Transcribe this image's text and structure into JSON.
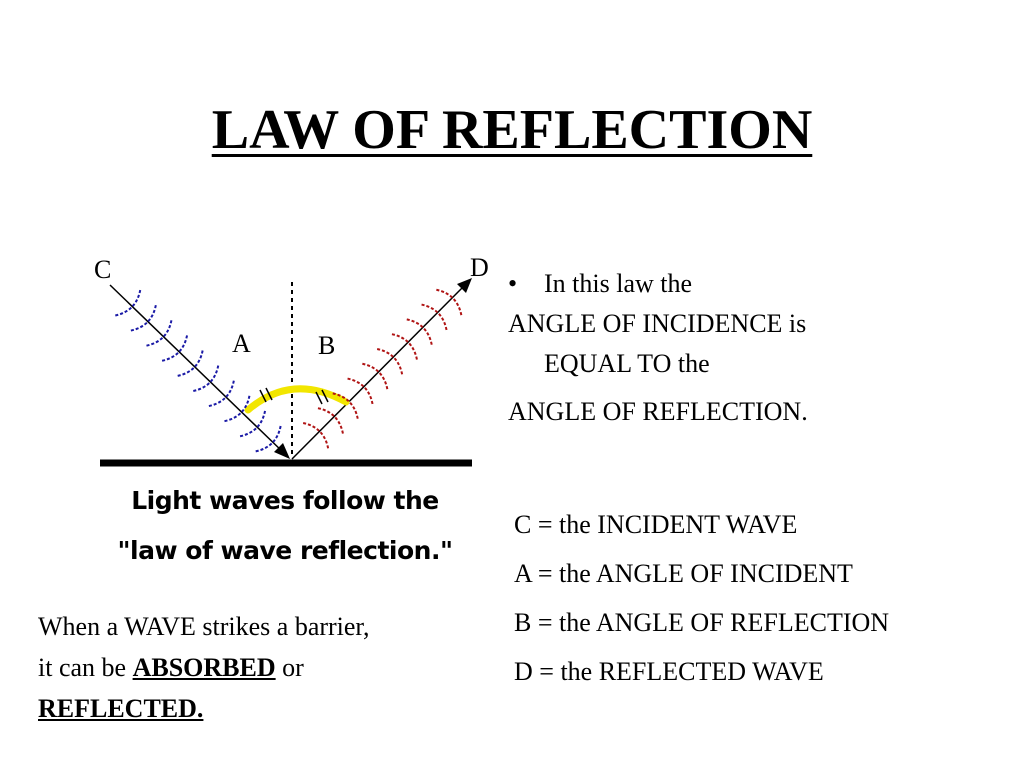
{
  "title": "LAW OF REFLECTION",
  "diagram": {
    "label_c": "C",
    "label_d": "D",
    "label_a": "A",
    "label_b": "B",
    "caption_line1": "Light waves follow the",
    "caption_line2": "\"law of wave reflection.\"",
    "colors": {
      "incident_wave": "#1a1aa6",
      "reflected_wave": "#b01414",
      "angle_arc": "#f2e600",
      "ray": "#000000"
    }
  },
  "bottom": {
    "line1": "When a WAVE strikes a barrier,",
    "line2_prefix": "it can be ",
    "absorbed": "ABSORBED",
    "or": " or",
    "reflected": "REFLECTED."
  },
  "bullets": {
    "bullet_char": "•",
    "intro": "In this law the",
    "line1": "ANGLE OF INCIDENCE is",
    "line1_cont": "EQUAL TO the",
    "line2": "ANGLE OF REFLECTION."
  },
  "definitions": [
    "C = the INCIDENT WAVE",
    "A = the ANGLE OF INCIDENT",
    "B = the ANGLE OF REFLECTION",
    "D = the REFLECTED WAVE"
  ]
}
